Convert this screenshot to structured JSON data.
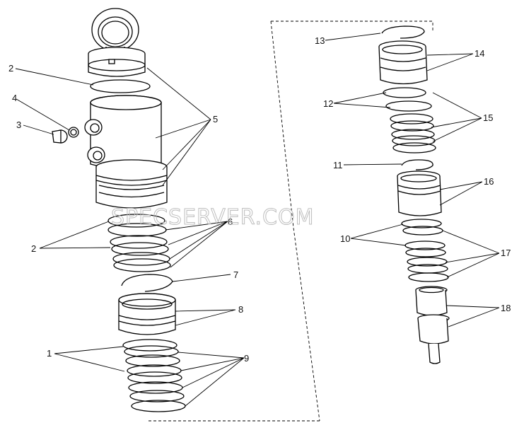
{
  "diagram": {
    "title": "",
    "callouts": [
      {
        "id": "c13",
        "text": "13"
      },
      {
        "id": "c14",
        "text": "14"
      },
      {
        "id": "c12",
        "text": "12"
      },
      {
        "id": "c15",
        "text": "15"
      },
      {
        "id": "c11",
        "text": "11"
      },
      {
        "id": "c16",
        "text": "16"
      },
      {
        "id": "c10",
        "text": "10"
      },
      {
        "id": "c17",
        "text": "17"
      },
      {
        "id": "c18",
        "text": "18"
      },
      {
        "id": "c2a",
        "text": "2"
      },
      {
        "id": "c4",
        "text": "4"
      },
      {
        "id": "c3",
        "text": "3"
      },
      {
        "id": "c5",
        "text": "5"
      },
      {
        "id": "c6",
        "text": "6"
      },
      {
        "id": "c2b",
        "text": "2"
      },
      {
        "id": "c7",
        "text": "7"
      },
      {
        "id": "c8",
        "text": "8"
      },
      {
        "id": "c1",
        "text": "1"
      },
      {
        "id": "c9",
        "text": "9"
      }
    ],
    "watermark": "SPECSERVER.COM"
  }
}
